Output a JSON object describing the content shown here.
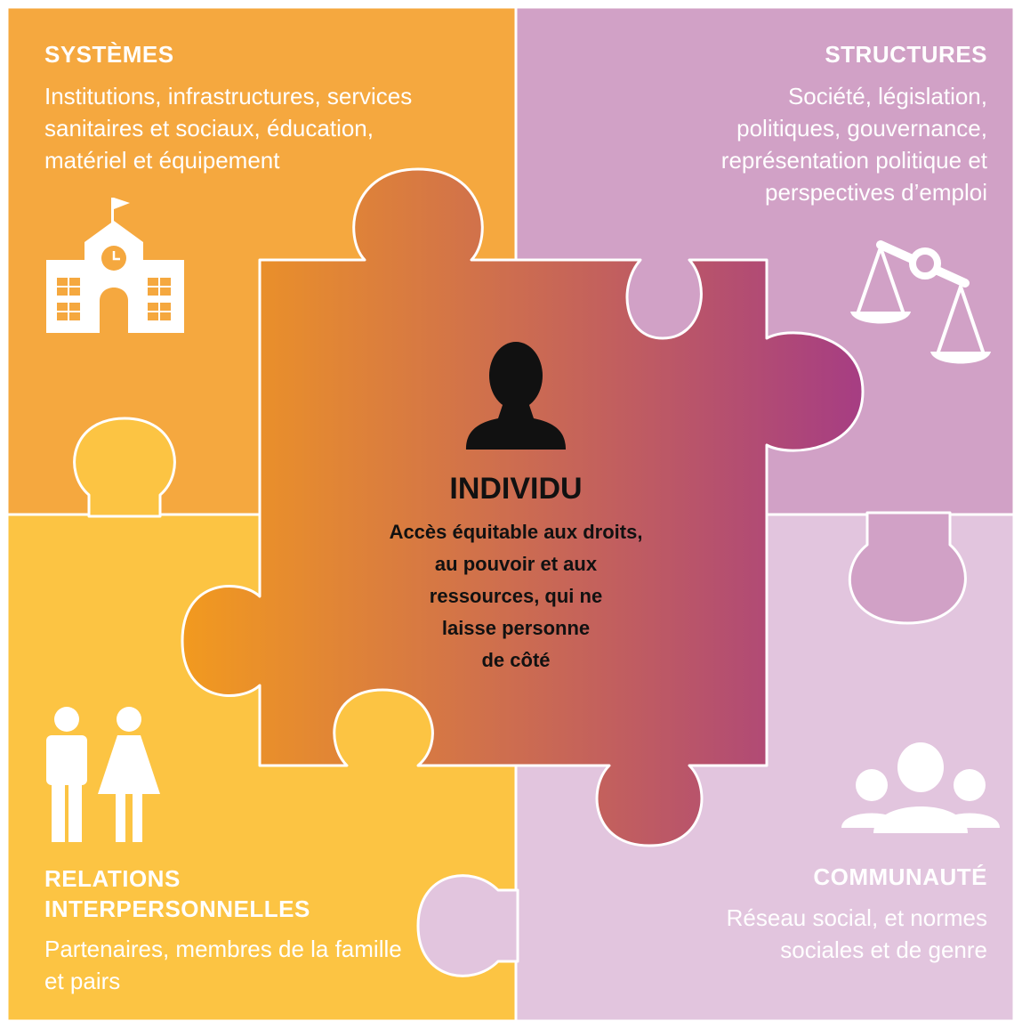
{
  "colors": {
    "systemes": "#f5a83f",
    "structures": "#d1a1c6",
    "relations": "#fcc443",
    "communaute": "#e2c5de",
    "center_gradient_start": "#f29a1f",
    "center_gradient_end": "#a63d83",
    "icon": "#ffffff",
    "person_icon": "#111111"
  },
  "systemes": {
    "title": "SYSTÈMES",
    "lines": [
      "Institutions, infrastructures, services",
      "sanitaires et sociaux, éducation,",
      "matériel et équipement"
    ],
    "icon": "school-building-icon"
  },
  "structures": {
    "title": "STRUCTURES",
    "lines": [
      "Société, législation,",
      "politiques, gouvernance,",
      "représentation politique et",
      "perspectives d’emploi"
    ],
    "icon": "scales-icon"
  },
  "relations": {
    "title_lines": [
      "RELATIONS",
      "INTERPERSONNELLES"
    ],
    "lines": [
      "Partenaires, membres de la famille",
      "et pairs"
    ],
    "icon": "man-woman-icon"
  },
  "communaute": {
    "title": "COMMUNAUTÉ",
    "lines": [
      "Réseau social, et normes",
      "sociales et de genre"
    ],
    "icon": "group-people-icon"
  },
  "individu": {
    "title": "INDIVIDU",
    "lines": [
      "Accès équitable aux droits,",
      "au pouvoir et aux",
      "ressources, qui ne",
      "laisse personne",
      "de côté"
    ],
    "icon": "person-icon"
  }
}
